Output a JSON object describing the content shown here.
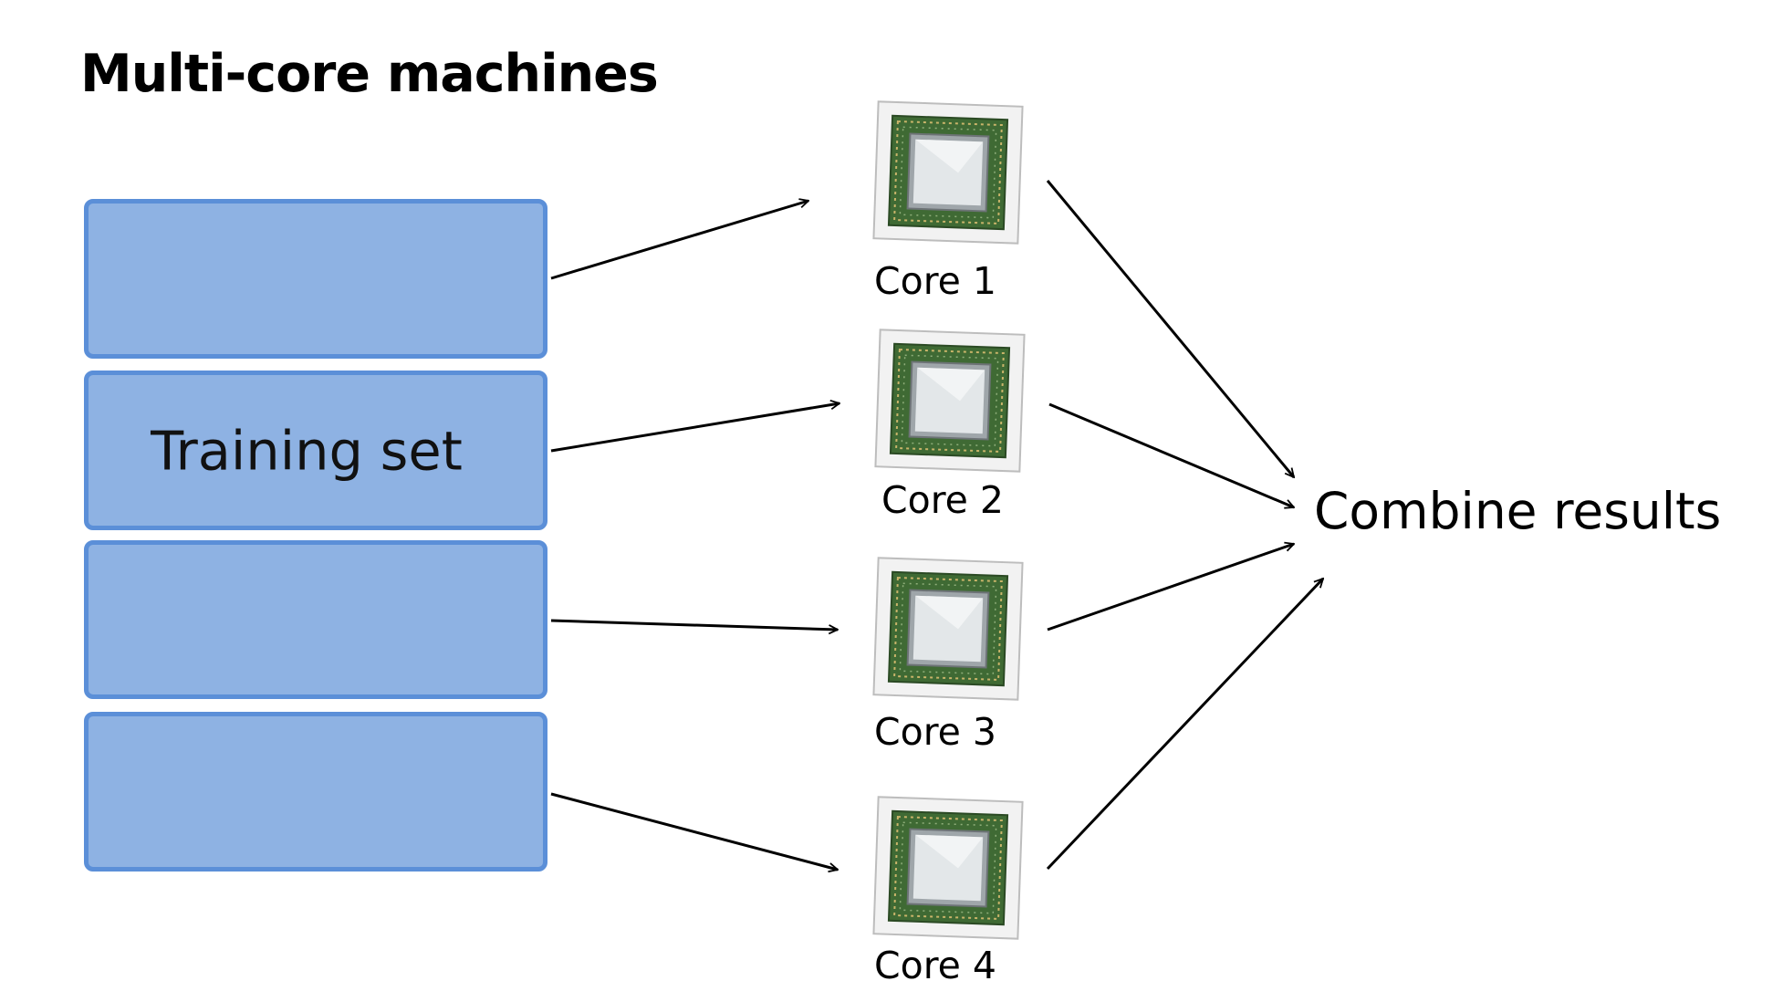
{
  "title": "Multi-core machines",
  "training_set_label": "Training set",
  "cores": [
    {
      "label": "Core 1"
    },
    {
      "label": "Core 2"
    },
    {
      "label": "Core 3"
    },
    {
      "label": "Core 4"
    }
  ],
  "combine_label": "Combine results",
  "colors": {
    "block_fill": "#8eb2e3",
    "block_border": "#5b8fd8",
    "chip_substrate": "#3f6a34",
    "chip_die": "#d9dde0",
    "arrow": "#000000"
  },
  "icons": [
    "cpu-chip-icon"
  ]
}
